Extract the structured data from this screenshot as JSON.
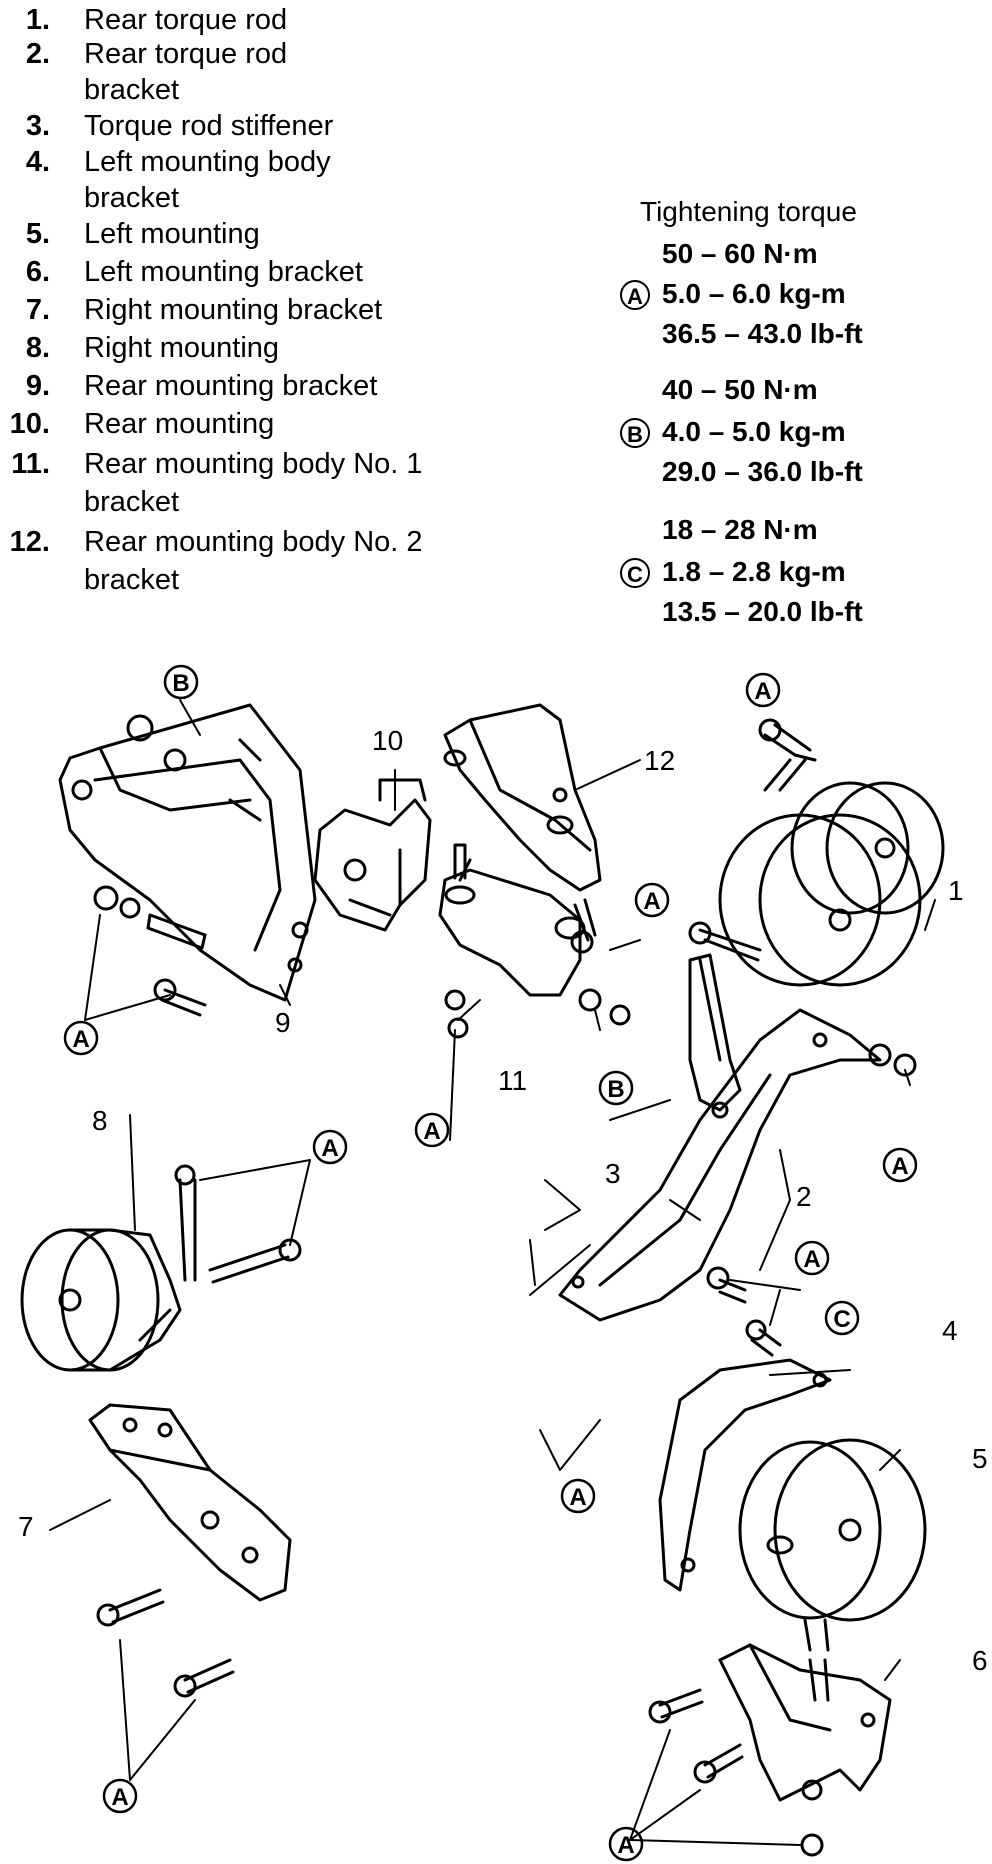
{
  "legend": [
    {
      "num": "1.",
      "text": [
        "Rear torque rod"
      ]
    },
    {
      "num": "2.",
      "text": [
        "Rear torque rod",
        "bracket"
      ]
    },
    {
      "num": "3.",
      "text": [
        "Torque rod stiffener"
      ]
    },
    {
      "num": "4.",
      "text": [
        "Left mounting body",
        "bracket"
      ]
    },
    {
      "num": "5.",
      "text": [
        "Left mounting"
      ]
    },
    {
      "num": "6.",
      "text": [
        "Left mounting bracket"
      ]
    },
    {
      "num": "7.",
      "text": [
        "Right mounting bracket"
      ]
    },
    {
      "num": "8.",
      "text": [
        "Right mounting"
      ]
    },
    {
      "num": "9.",
      "text": [
        "Rear mounting bracket"
      ]
    },
    {
      "num": "10.",
      "text": [
        "Rear mounting"
      ]
    },
    {
      "num": "11.",
      "text": [
        "Rear mounting body No. 1",
        "bracket"
      ]
    },
    {
      "num": "12.",
      "text": [
        "Rear mounting body No. 2",
        "bracket"
      ]
    }
  ],
  "torque": {
    "title": "Tightening torque",
    "groups": [
      {
        "symbol": "A",
        "lines": [
          "50 – 60 N·m",
          "5.0 – 6.0 kg-m",
          "36.5 – 43.0 lb-ft"
        ]
      },
      {
        "symbol": "B",
        "lines": [
          "40 – 50 N·m",
          "4.0 – 5.0 kg-m",
          "29.0 – 36.0 lb-ft"
        ]
      },
      {
        "symbol": "C",
        "lines": [
          "18 – 28 N·m",
          "1.8 – 2.8 kg-m",
          "13.5 – 20.0 lb-ft"
        ]
      }
    ]
  },
  "callouts": {
    "part_numbers": [
      "1",
      "2",
      "3",
      "4",
      "5",
      "6",
      "7",
      "8",
      "9",
      "10",
      "11",
      "12"
    ],
    "torque_symbols": [
      "A",
      "B",
      "C"
    ]
  }
}
